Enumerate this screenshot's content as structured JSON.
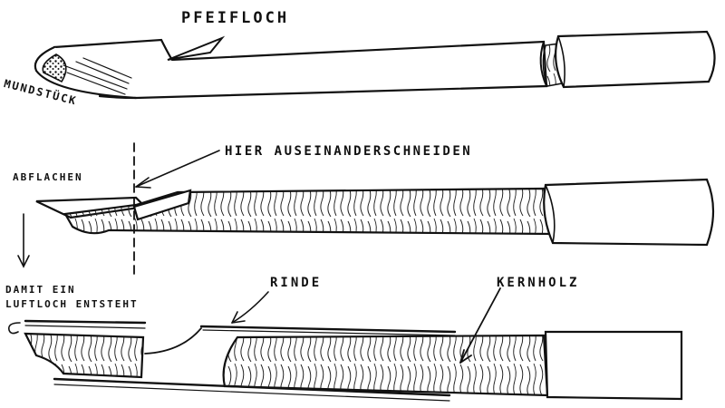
{
  "labels": {
    "pfeifloch": "PFEIFLOCH",
    "mundstueck": "MUNDSTÜCK",
    "abflachen": "ABFLACHEN",
    "hier_auseinanderschneiden": "HIER AUSEINANDERSCHNEIDEN",
    "damit_ein": "DAMIT EIN",
    "luftloch_entsteht": "LUFTLOCH ENTSTEHT",
    "rinde": "RINDE",
    "kernholz": "KERNHOLZ"
  },
  "colors": {
    "ink": "#111111",
    "paper": "#ffffff"
  }
}
